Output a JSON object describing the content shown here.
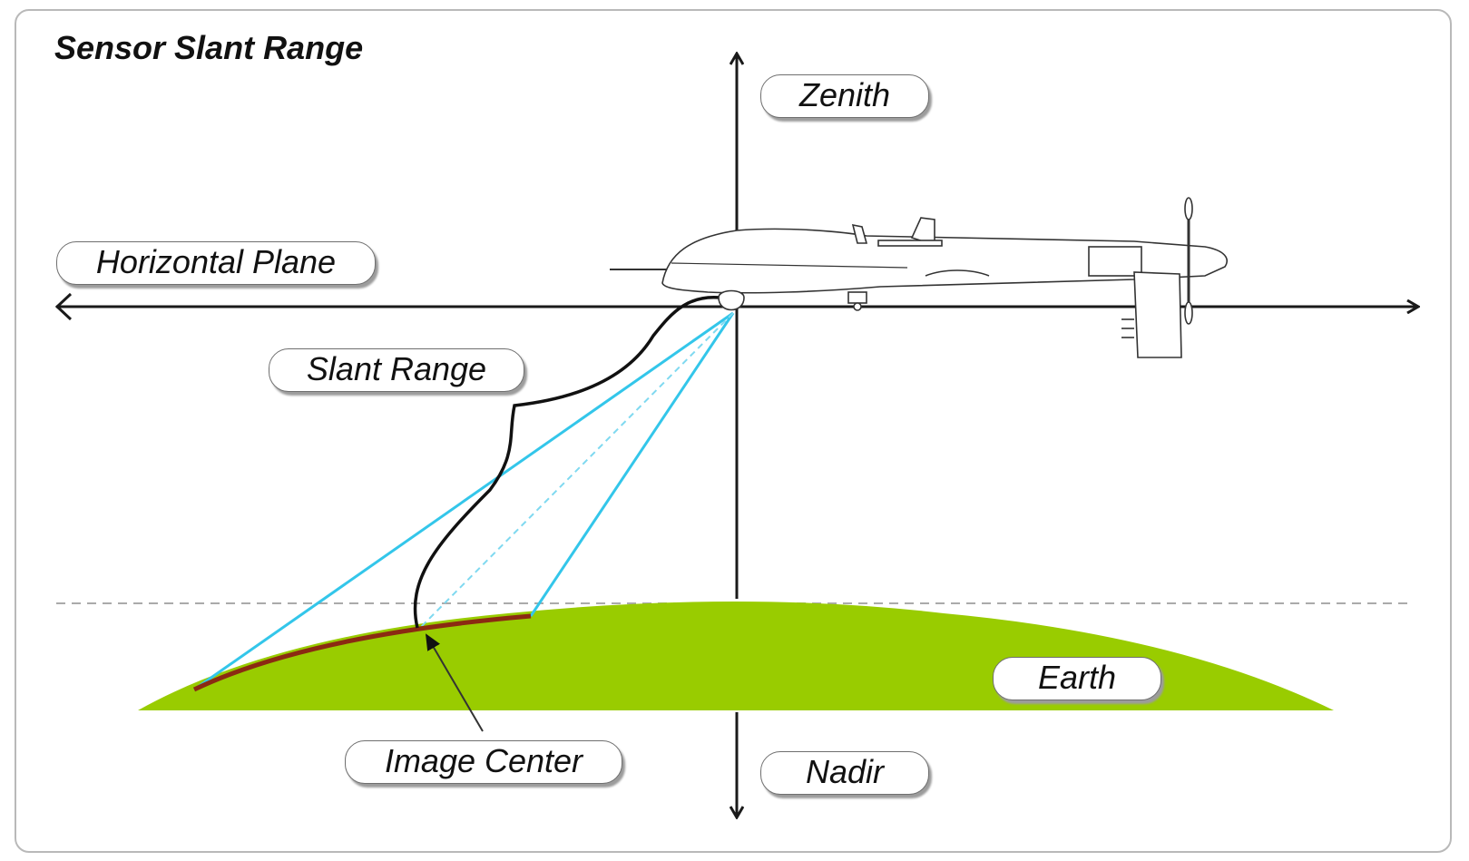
{
  "title": "Sensor Slant Range",
  "labels": {
    "zenith": "Zenith",
    "horizontal_plane": "Horizontal Plane",
    "slant_range": "Slant Range",
    "earth": "Earth",
    "image_center": "Image Center",
    "nadir": "Nadir"
  },
  "colors": {
    "earth": "#99cc00",
    "sight_lines": "#33c6ea",
    "ground_footprint": "#8b2a12",
    "axes": "#1a1a1a",
    "dashed_horizon": "#aaaaaa"
  },
  "icons": [
    "uav-aircraft-icon",
    "zenith-arrow-icon",
    "nadir-arrow-icon",
    "horizontal-arrow-icon"
  ]
}
